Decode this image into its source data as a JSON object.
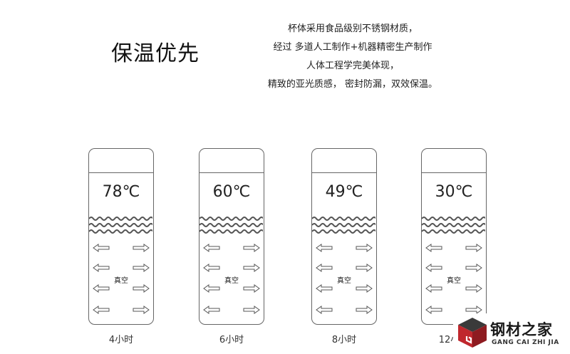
{
  "title": "保温优先",
  "description": [
    "杯体采用食品级别不锈钢材质，",
    "经过 多道人工制作+机器精密生产制作",
    "人体工程学完美体现，",
    "精致的亚光质感，   密封防漏，双效保温。"
  ],
  "bottles": [
    {
      "temperature": "78℃",
      "vacuum_label": "真空",
      "duration": "4小时"
    },
    {
      "temperature": "60℃",
      "vacuum_label": "真空",
      "duration": "6小时"
    },
    {
      "temperature": "49℃",
      "vacuum_label": "真空",
      "duration": "8小时"
    },
    {
      "temperature": "30℃",
      "vacuum_label": "真空",
      "duration": "12小时"
    }
  ],
  "watermark": {
    "name_cn": "钢材之家",
    "name_en": "GANG CAI ZHI JIA",
    "colors": {
      "red": "#c0272d",
      "dark": "#3a3a3a"
    }
  }
}
